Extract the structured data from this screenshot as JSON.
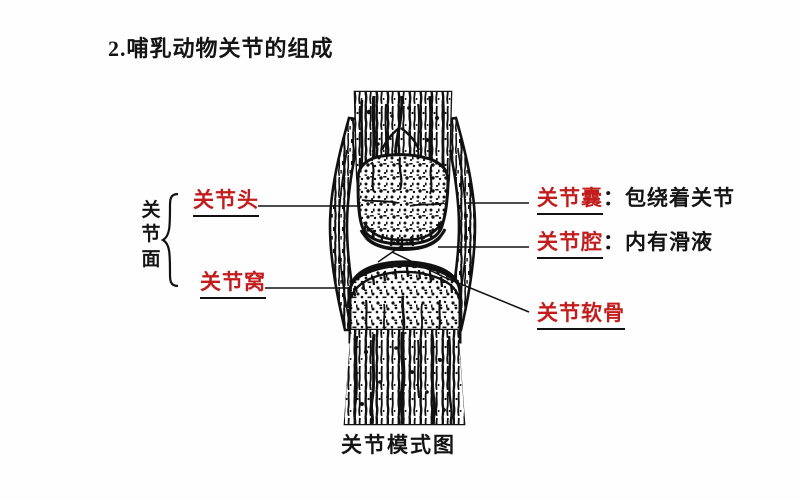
{
  "document": {
    "title": "2.哺乳动物关节的组成",
    "caption": "关节模式图",
    "background_color": "#fefefe",
    "accent_color": "#c21c1c",
    "text_color": "#141414"
  },
  "left_group": {
    "group_label": "关节面",
    "group_label_chars": [
      "关",
      "节",
      "面"
    ],
    "items": [
      {
        "label": "关节头"
      },
      {
        "label": "关节窝"
      }
    ]
  },
  "right_labels": [
    {
      "label": "关节囊",
      "separator": "：",
      "description": "包绕着关节"
    },
    {
      "label": "关节腔",
      "separator": "：",
      "description": "内有滑液"
    },
    {
      "label": "关节软骨",
      "separator": "",
      "description": ""
    }
  ],
  "diagram": {
    "name": "mammal-joint-cross-section",
    "description": "关节模式图"
  }
}
